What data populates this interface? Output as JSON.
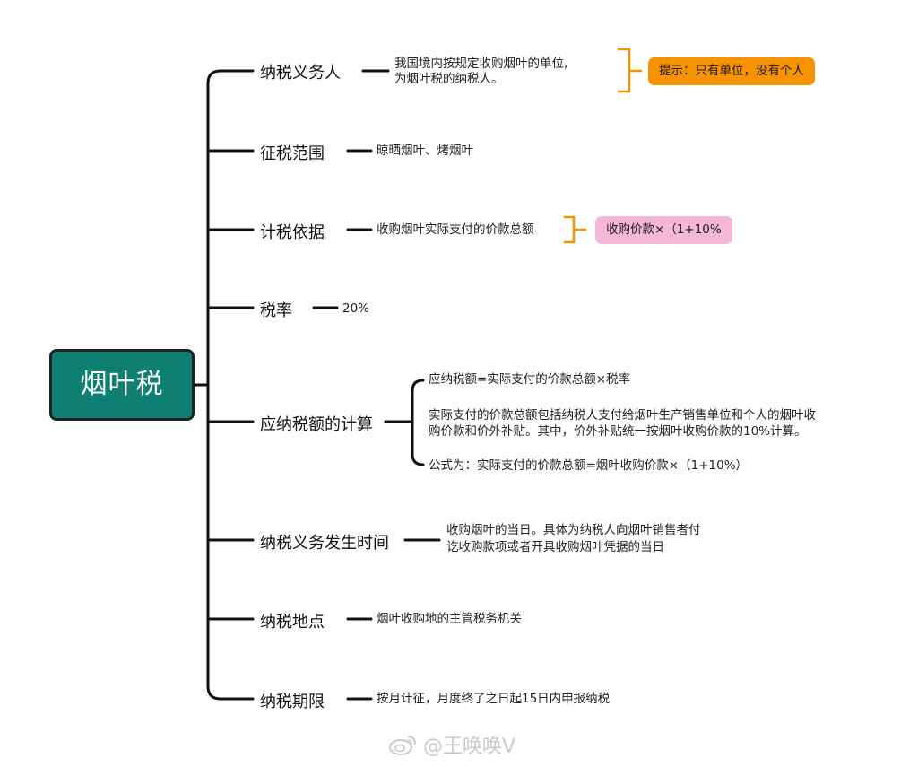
{
  "root": {
    "label": "烟叶税"
  },
  "branches": [
    {
      "label": "纳税义务人",
      "note_lines": [
        "我国境内按规定收购烟叶的单位,",
        "为烟叶税的纳税人。"
      ],
      "tip": "提示：只有单位，没有个人",
      "tip_color": "#f59300"
    },
    {
      "label": "征税范围",
      "note_lines": [
        "晾晒烟叶、烤烟叶"
      ]
    },
    {
      "label": "计税依据",
      "note_lines": [
        "收购烟叶实际支付的价款总额"
      ],
      "tip": "收购价款×（1+10%",
      "tip_color": "#f6b6d6"
    },
    {
      "label": "税率",
      "note_lines": [
        "20%"
      ]
    },
    {
      "label": "应纳税额的计算",
      "sub_notes": [
        {
          "lines": [
            "应纳税额=实际支付的价款总额×税率"
          ]
        },
        {
          "lines": [
            "实际支付的价款总额包括纳税人支付给烟叶生产销售单位和个人的烟叶收",
            "购价款和价外补贴。其中，价外补贴统一按烟叶收购价款的10%计算。"
          ]
        },
        {
          "lines": [
            "公式为：实际支付的价款总额=烟叶收购价款×（1+10%）"
          ]
        }
      ]
    },
    {
      "label": "纳税义务发生时间",
      "note_lines": [
        "收购烟叶的当日。具体为纳税人向烟叶销售者付",
        "讫收购款项或者开具收购烟叶凭据的当日"
      ]
    },
    {
      "label": "纳税地点",
      "note_lines": [
        "烟叶收购地的主管税务机关"
      ]
    },
    {
      "label": "纳税期限",
      "note_lines": [
        "按月计征，月度终了之日起15日内申报纳税"
      ]
    }
  ],
  "watermark": {
    "text": "@王唤唤V",
    "icon": "weibo-icon"
  },
  "colors": {
    "root_fill": "#0f7f72",
    "line": "#111111",
    "bracket": "#f59300"
  }
}
